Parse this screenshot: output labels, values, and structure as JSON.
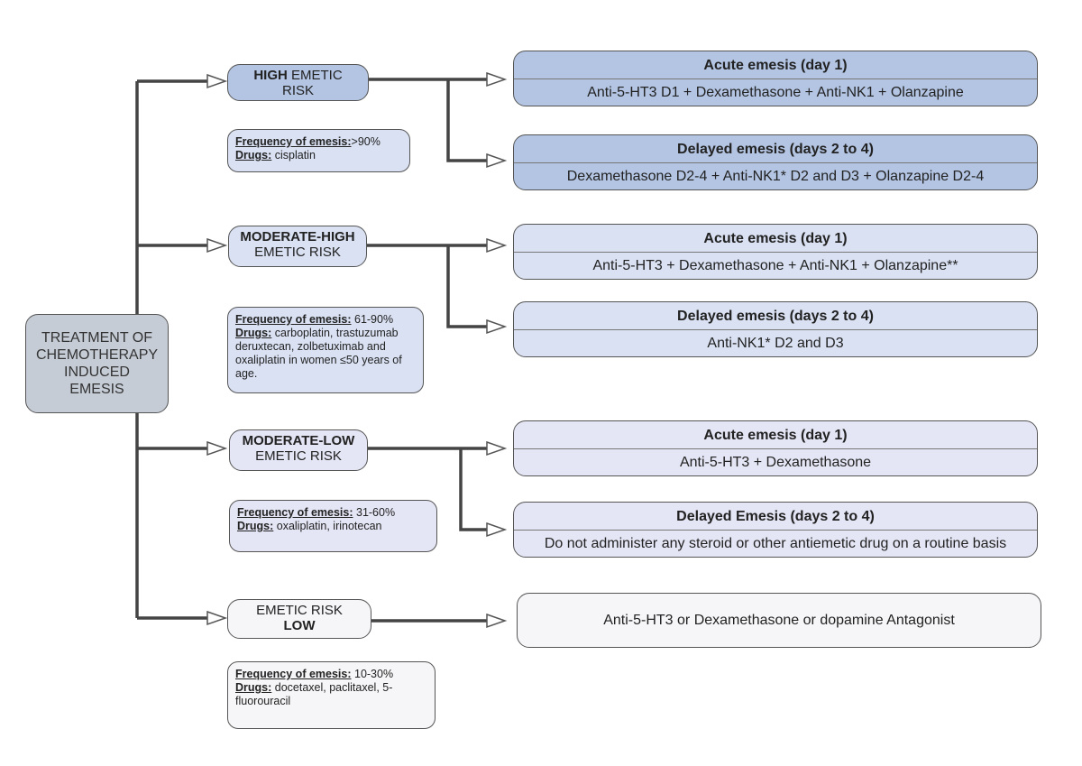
{
  "root": {
    "lines": [
      "TREATMENT OF",
      "CHEMOTHERAPY",
      "INDUCED",
      "EMESIS"
    ]
  },
  "risks": [
    {
      "id": "high",
      "line1_bold": "HIGH",
      "line1_rest": " EMETIC",
      "line2_bold": "",
      "line2_rest": "RISK",
      "frequency_label": "Frequency of emesis:",
      "frequency_value": ">90%",
      "drugs_label": "Drugs:",
      "drugs_value": " cisplatin",
      "treatments": [
        {
          "title": "Acute emesis (day 1)",
          "text": "Anti-5-HT3 D1 + Dexamethasone + Anti-NK1 + Olanzapine"
        },
        {
          "title": "Delayed emesis (days 2 to 4)",
          "text": "Dexamethasone D2-4  + Anti-NK1* D2 and D3 + Olanzapine D2-4"
        }
      ]
    },
    {
      "id": "moderate-high",
      "line1_bold": "MODERATE-HIGH",
      "line1_rest": "",
      "line2_bold": "",
      "line2_rest": "EMETIC RISK",
      "frequency_label": "Frequency of emesis:",
      "frequency_value": " 61-90%",
      "drugs_label": "Drugs:",
      "drugs_value": " carboplatin, trastuzumab deruxtecan, zolbetuximab and oxaliplatin in women ≤50 years of age.",
      "treatments": [
        {
          "title": "Acute emesis (day 1)",
          "text": "Anti-5-HT3 + Dexamethasone + Anti-NK1 + Olanzapine**"
        },
        {
          "title": "Delayed emesis (days 2 to 4)",
          "text": "Anti-NK1* D2 and D3"
        }
      ]
    },
    {
      "id": "moderate-low",
      "line1_bold": "MODERATE-LOW",
      "line1_rest": "",
      "line2_bold": "",
      "line2_rest": "EMETIC RISK",
      "frequency_label": "Frequency of emesis:",
      "frequency_value": " 31-60%",
      "drugs_label": "Drugs:",
      "drugs_value": " oxaliplatin, irinotecan",
      "treatments": [
        {
          "title": "Acute emesis (day 1)",
          "text": "Anti-5-HT3 + Dexamethasone"
        },
        {
          "title": "Delayed Emesis (days 2 to 4)",
          "text": "Do not administer any steroid or other antiemetic drug on a routine basis"
        }
      ]
    },
    {
      "id": "low",
      "line1_bold": "",
      "line1_rest": "EMETIC RISK",
      "line2_bold": "LOW",
      "line2_rest": "",
      "frequency_label": "Frequency of emesis:",
      "frequency_value": " 10-30%",
      "drugs_label": "Drugs:",
      "drugs_value": " docetaxel, paclitaxel, 5-fluorouracil",
      "treatments": [
        {
          "title": "",
          "text": "Anti-5-HT3 or Dexamethasone or dopamine Antagonist"
        }
      ]
    }
  ]
}
